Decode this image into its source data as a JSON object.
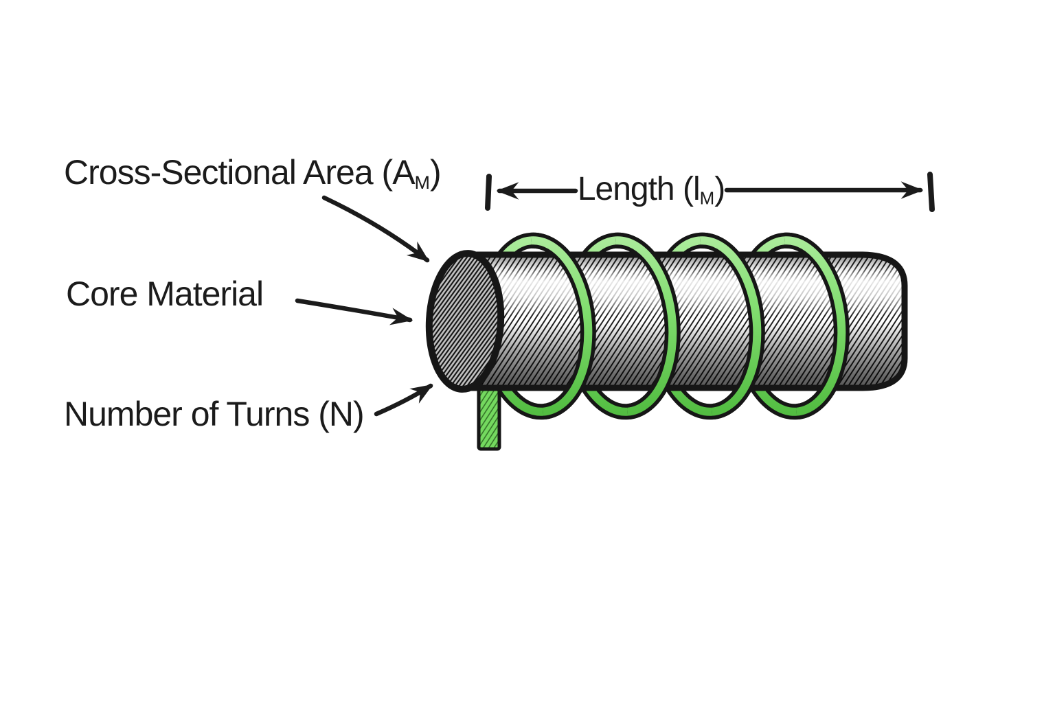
{
  "colors": {
    "ink": "#1b1b1b",
    "outline": "#161616",
    "green_light": "#aaeb9a",
    "green_mid": "#7fdc6d",
    "green_dark": "#53bd42",
    "lead_green": "#74d95f"
  },
  "labels": {
    "cross_sectional_area": {
      "text": "Cross-Sectional Area (A",
      "sub": "M",
      "suffix": ")"
    },
    "core_material": {
      "text": "Core Material"
    },
    "number_of_turns": {
      "text": "Number of Turns (N)"
    },
    "length": {
      "text": "Length (l",
      "sub": "M",
      "suffix": ")"
    }
  },
  "illustration": {
    "subject": "inductor coil on cylindrical core",
    "visible_coil_turns": 4
  }
}
